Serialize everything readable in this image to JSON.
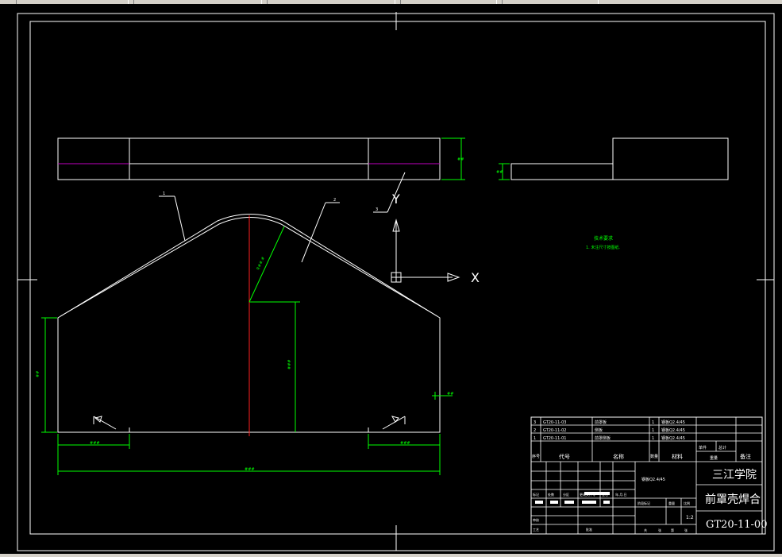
{
  "app": {
    "toolbar_segments": [
      "",
      "",
      "",
      "",
      ""
    ]
  },
  "drawing": {
    "ucs": {
      "x_label": "X",
      "y_label": "Y"
    },
    "balloons": [
      "1",
      "2",
      "3"
    ],
    "notes": {
      "title": "技术要求",
      "line1": "1. 未注尺寸按图纸."
    },
    "dimensions": {
      "top_view_height": "##",
      "side_view_height": "##",
      "left_height": "##",
      "center_height": "###",
      "radius": "R##.#",
      "right_small": "##",
      "left_foot": "###",
      "right_foot": "###",
      "overall_width": "###"
    }
  },
  "title_block": {
    "school": "三江学院",
    "part_name": "前罩壳焊合",
    "drawing_no": "GT20-11-00",
    "scale": "1:2",
    "material_mark": "钢板Q2.4/45",
    "headers": [
      "序号",
      "代号",
      "名称",
      "数量",
      "材料",
      "单件",
      "总计",
      "重量",
      "备注"
    ],
    "bom_rows": [
      {
        "no": "3",
        "code": "GT20-11-03",
        "name": "前罩板",
        "qty": "1",
        "material": "钢板Q2.4/45"
      },
      {
        "no": "2",
        "code": "GT20-11-02",
        "name": "侧板",
        "qty": "1",
        "material": "钢板Q2.4/45"
      },
      {
        "no": "1",
        "code": "GT20-11-01",
        "name": "前罩侧板",
        "qty": "1",
        "material": "钢板Q2.4/45"
      }
    ],
    "sign_labels": [
      "标记",
      "处数",
      "分区",
      "更改文件号",
      "签名",
      "年.月.日"
    ],
    "stage_labels": [
      "阶段标记",
      "重量",
      "比例"
    ],
    "bottom_labels": [
      "审核",
      "工艺",
      "批准",
      "共",
      "张",
      "第",
      "张"
    ]
  },
  "colors": {
    "background": "#000000",
    "line": "#ffffff",
    "dimension": "#00ff00",
    "centerline": "#ff2020",
    "hidden": "#c000c0",
    "notes": "#00ff00"
  }
}
